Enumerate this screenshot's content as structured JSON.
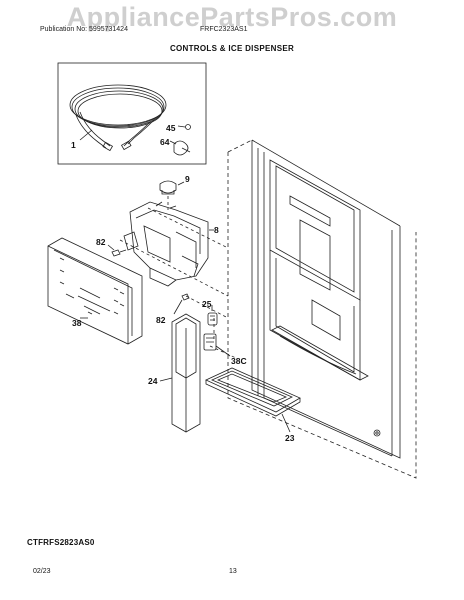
{
  "watermark": "AppliancePartsPros.com",
  "header": {
    "publication": "Publication No: 5995731424",
    "model_top": "FRFC2323AS1",
    "section_title": "CONTROLS & ICE DISPENSER"
  },
  "callouts": [
    {
      "id": "1",
      "label": "1"
    },
    {
      "id": "45",
      "label": "45"
    },
    {
      "id": "64",
      "label": "64"
    },
    {
      "id": "9",
      "label": "9"
    },
    {
      "id": "8",
      "label": "8"
    },
    {
      "id": "82a",
      "label": "82"
    },
    {
      "id": "82b",
      "label": "82"
    },
    {
      "id": "25",
      "label": "25"
    },
    {
      "id": "38",
      "label": "38"
    },
    {
      "id": "38C",
      "label": "38C"
    },
    {
      "id": "24",
      "label": "24"
    },
    {
      "id": "23",
      "label": "23"
    }
  ],
  "model_code": "CTFRFS2823AS0",
  "footer": {
    "date": "02/23",
    "page": "13"
  },
  "colors": {
    "line": "#222222",
    "watermark": "#cfcfcf"
  }
}
